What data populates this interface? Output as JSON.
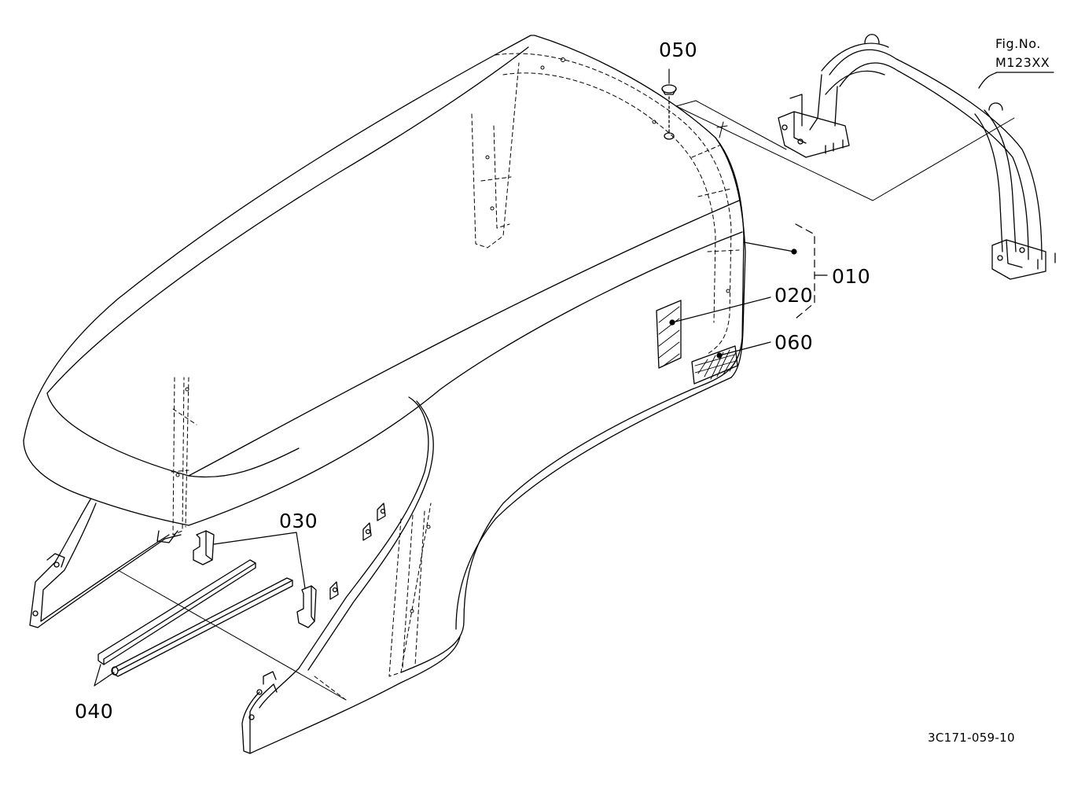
{
  "figure_ref": {
    "line1": "Fig.No.",
    "line2": "M123XX"
  },
  "callouts": [
    {
      "id": "010",
      "text": "010"
    },
    {
      "id": "020",
      "text": "020"
    },
    {
      "id": "030",
      "text": "030"
    },
    {
      "id": "040",
      "text": "040"
    },
    {
      "id": "050",
      "text": "050"
    },
    {
      "id": "060",
      "text": "060"
    }
  ],
  "drawing_number": "3C171-059-10",
  "colors": {
    "line": "#000000",
    "background": "#ffffff"
  }
}
